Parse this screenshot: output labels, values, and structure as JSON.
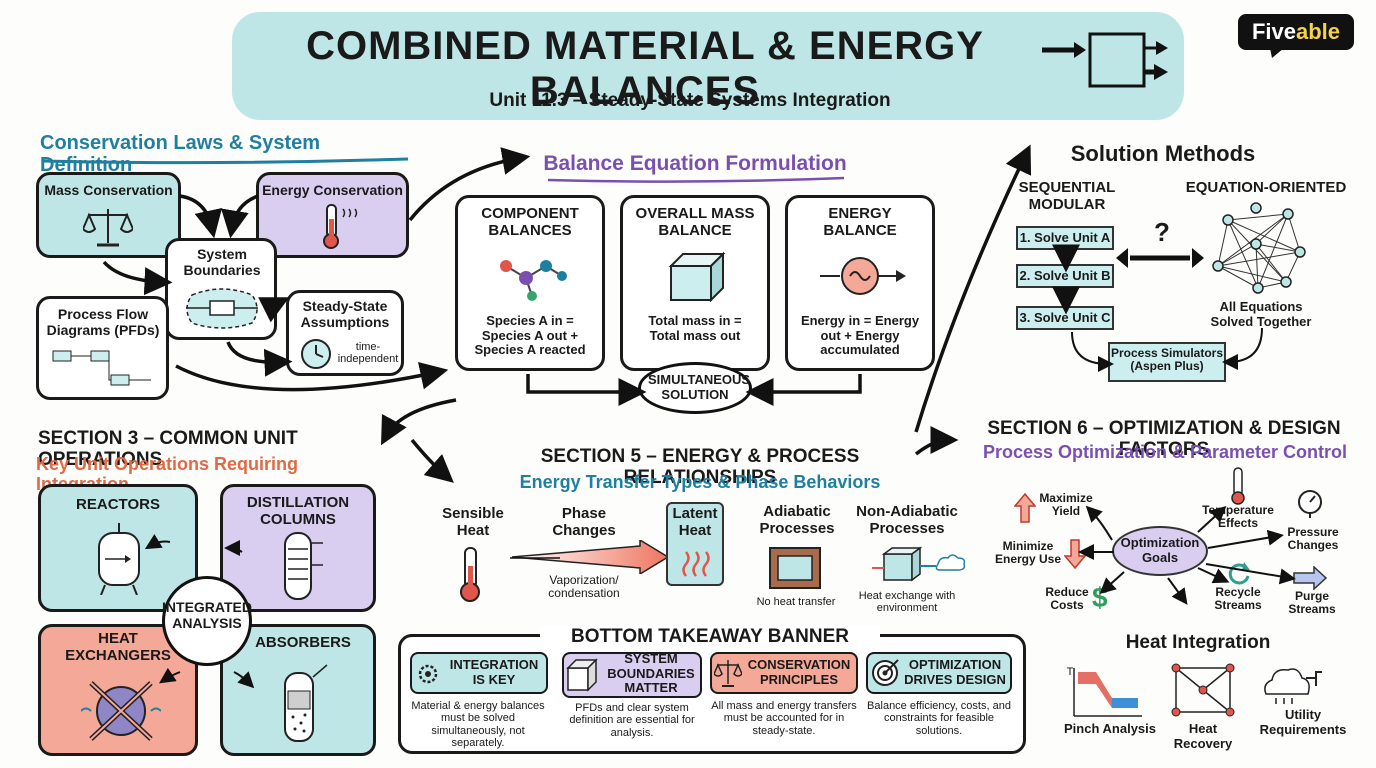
{
  "header": {
    "title": "COMBINED MATERIAL & ENERGY BALANCES",
    "subtitle": "Unit 11.3 – Steady-State Systems Integration",
    "brand_a": "Five",
    "brand_b": "able"
  },
  "conservation": {
    "title": "Conservation Laws & System Definition",
    "mass": "Mass Conservation",
    "energy": "Energy Conservation",
    "boundaries": "System Boundaries",
    "pfd": "Process Flow Diagrams (PFDs)",
    "steady": "Steady-State Assumptions",
    "time": "time-independent"
  },
  "balance": {
    "title": "Balance Equation Formulation",
    "component": {
      "title": "COMPONENT BALANCES",
      "text": "Species A in = Species A out + Species A reacted"
    },
    "overall": {
      "title": "OVERALL MASS BALANCE",
      "text": "Total mass in = Total mass out"
    },
    "energy": {
      "title": "ENERGY BALANCE",
      "text": "Energy in = Energy out + Energy accumulated"
    },
    "simultaneous": "SIMULTANEOUS SOLUTION"
  },
  "solution": {
    "title": "Solution Methods",
    "sequential": "SEQUENTIAL MODULAR",
    "equation": "EQUATION-ORIENTED",
    "steps": [
      "1. Solve Unit A",
      "2. Solve Unit B",
      "3. Solve Unit C"
    ],
    "question": "?",
    "all": "All Equations Solved Together",
    "simulators": "Process Simulators (Aspen Plus)"
  },
  "section3": {
    "title": "SECTION 3 – COMMON UNIT OPERATIONS",
    "subtitle": "Key Unit Operations Requiring Integration",
    "reactors": "REACTORS",
    "distillation": "DISTILLATION COLUMNS",
    "heat": "HEAT EXCHANGERS",
    "absorbers": "ABSORBERS",
    "center": "INTEGRATED ANALYSIS"
  },
  "section5": {
    "title": "SECTION 5 – ENERGY & PROCESS RELATIONSHIPS",
    "subtitle": "Energy Transfer Types & Phase Behaviors",
    "sensible": "Sensible Heat",
    "phase": "Phase Changes",
    "latent": "Latent Heat",
    "vapor": "Vaporization/ condensation",
    "adiabatic": "Adiabatic Processes",
    "noheat": "No heat transfer",
    "nonadiabatic": "Non-Adiabatic Processes",
    "exchange": "Heat exchange with environment"
  },
  "section6": {
    "title": "SECTION 6 – OPTIMIZATION & DESIGN FACTORS",
    "subtitle": "Process Optimization & Parameter Control",
    "goals": "Optimization Goals",
    "maxyield": "Maximize Yield",
    "minenergy": "Minimize Energy Use",
    "reduce": "Reduce Costs",
    "temp": "Temperature Effects",
    "pressure": "Pressure Changes",
    "recycle": "Recycle Streams",
    "purge": "Purge Streams",
    "heatint": "Heat Integration",
    "pinch": "Pinch Analysis",
    "recovery": "Heat Recovery",
    "utility": "Utility Requirements",
    "t_axis": "T"
  },
  "takeaway": {
    "title": "BOTTOM TAKEAWAY BANNER",
    "items": [
      {
        "head": "INTEGRATION IS KEY",
        "text": "Material & energy balances must be solved simultaneously, not separately."
      },
      {
        "head": "SYSTEM BOUNDARIES MATTER",
        "text": "PFDs and clear system definition are essential for analysis."
      },
      {
        "head": "CONSERVATION PRINCIPLES",
        "text": "All mass and energy transfers must be accounted for in steady-state."
      },
      {
        "head": "OPTIMIZATION DRIVES DESIGN",
        "text": "Balance efficiency, costs, and constraints for feasible solutions."
      }
    ]
  },
  "colors": {
    "teal": "#bfe6e6",
    "purple": "#d9cdf0",
    "red": "#f4a898",
    "blue_title": "#1f7fa0",
    "purple_title": "#7b4fb0",
    "red_title": "#e06a45"
  }
}
